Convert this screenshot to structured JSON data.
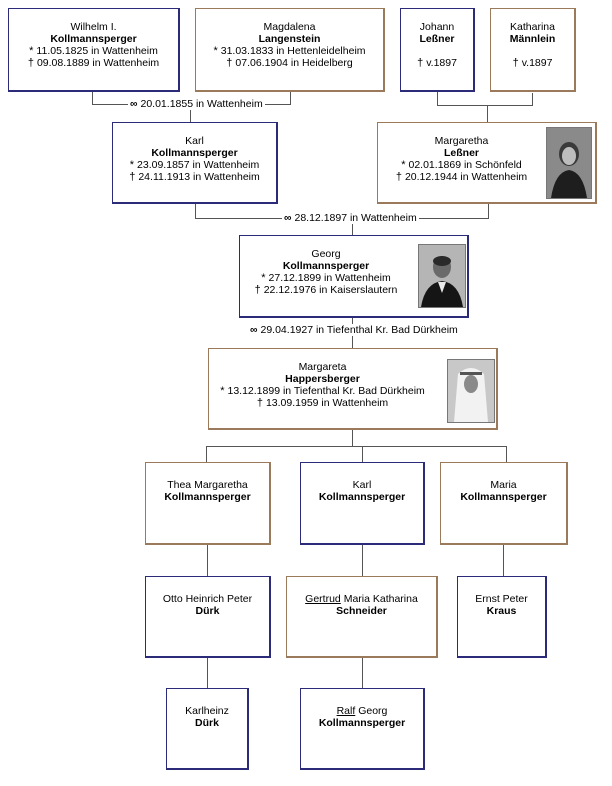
{
  "people": {
    "wilhelm": {
      "first": "Wilhelm I.",
      "last": "Kollmannsperger",
      "birth": "11.05.1825 in Wattenheim",
      "death": "09.08.1889 in Wattenheim"
    },
    "magdalena": {
      "first": "Magdalena",
      "last": "Langenstein",
      "birth": "31.03.1833 in Hettenleidelheim",
      "death": "07.06.1904 in Heidelberg"
    },
    "johann": {
      "first": "Johann",
      "last": "Leßner",
      "death": "v.1897"
    },
    "katharina": {
      "first": "Katharina",
      "last": "Männlein",
      "death": "v.1897"
    },
    "karl_sr": {
      "first": "Karl",
      "last": "Kollmannsperger",
      "birth": "23.09.1857 in Wattenheim",
      "death": "24.11.1913 in Wattenheim"
    },
    "margaretha": {
      "first": "Margaretha",
      "last": "Leßner",
      "birth": "02.01.1869 in Schönfeld",
      "death": "20.12.1944 in Wattenheim"
    },
    "georg": {
      "first": "Georg",
      "last": "Kollmannsperger",
      "birth": "27.12.1899 in Wattenheim",
      "death": "22.12.1976 in Kaiserslautern"
    },
    "margareta": {
      "first": "Margareta",
      "last": "Happersberger",
      "birth": "13.12.1899 in Tiefenthal Kr. Bad Dürkheim",
      "death": "13.09.1959 in Wattenheim"
    },
    "thea": {
      "first": "Thea Margaretha",
      "last": "Kollmannsperger"
    },
    "karl_jr": {
      "first": "Karl",
      "last": "Kollmannsperger"
    },
    "maria": {
      "first": "Maria",
      "last": "Kollmannsperger"
    },
    "otto": {
      "first": "Otto Heinrich Peter",
      "last": "Dürk"
    },
    "gertrud": {
      "first_ul": "Gertrud",
      "first_rest": " Maria Katharina",
      "last": "Schneider"
    },
    "ernst": {
      "first": "Ernst Peter",
      "last": "Kraus"
    },
    "karlheinz": {
      "first": "Karlheinz",
      "last": "Dürk"
    },
    "ralf": {
      "first_ul": "Ralf",
      "first_rest": " Georg",
      "last": "Kollmannsperger"
    }
  },
  "marriages": {
    "m1": "20.01.1855 in Wattenheim",
    "m2": "28.12.1897 in Wattenheim",
    "m3": "29.04.1927 in Tiefenthal Kr. Bad Dürkheim"
  },
  "symbols": {
    "birth": "*",
    "death": "†",
    "marriage": "∞"
  },
  "colors": {
    "male_border": "#2b2b7a",
    "female_border": "#9b7a5c",
    "line": "#555555"
  }
}
